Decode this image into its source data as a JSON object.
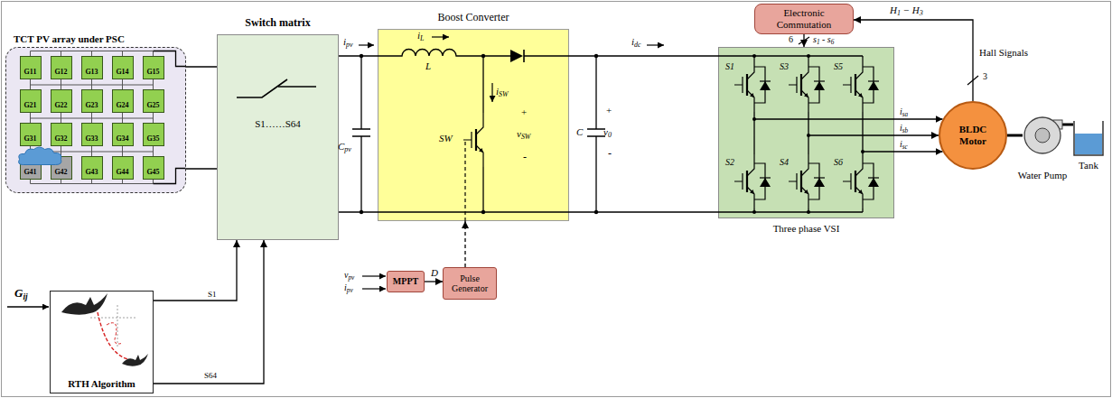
{
  "diagram": {
    "nodes": [
      {
        "text": [
          "TCT PV array under PSC"
        ]
      },
      {
        "text": [
          "G11"
        ],
        "in": 0
      },
      {
        "text": [
          "G12"
        ],
        "in": 0
      },
      {
        "text": [
          "G13"
        ],
        "in": 0
      },
      {
        "text": [
          "G14"
        ],
        "in": 0
      },
      {
        "text": [
          "G15"
        ],
        "in": 0
      },
      {
        "text": [
          "G21"
        ],
        "in": 0
      },
      {
        "text": [
          "G22"
        ],
        "in": 0
      },
      {
        "text": [
          "G23"
        ],
        "in": 0
      },
      {
        "text": [
          "G24"
        ],
        "in": 0
      },
      {
        "text": [
          "G25"
        ],
        "in": 0
      },
      {
        "text": [
          "G31"
        ],
        "in": 0
      },
      {
        "text": [
          "G32"
        ],
        "in": 0
      },
      {
        "text": [
          "G33"
        ],
        "in": 0
      },
      {
        "text": [
          "G34"
        ],
        "in": 0
      },
      {
        "text": [
          "G35"
        ],
        "in": 0
      },
      {
        "text": [
          "G41"
        ],
        "in": 0
      },
      {
        "text": [
          "G42"
        ],
        "in": 0
      },
      {
        "text": [
          "G43"
        ],
        "in": 0
      },
      {
        "text": [
          "G44"
        ],
        "in": 0
      },
      {
        "text": [
          "G45"
        ],
        "in": 0
      },
      {
        "text": [
          "Switch matrix",
          "S1……S64"
        ]
      },
      {
        "text": [
          "Boost Converter"
        ]
      },
      {
        "text": [
          "Electronic Commutation"
        ]
      },
      {
        "text": [
          "Three phase VSI"
        ]
      },
      {
        "text": [
          "BLDC Motor"
        ]
      },
      {
        "text": [
          "Water Pump"
        ]
      },
      {
        "text": [
          "Tank"
        ]
      },
      {
        "text": [
          "MPPT"
        ]
      },
      {
        "text": [
          "Pulse Generator"
        ]
      },
      {
        "text": [
          "RTH Algorithm"
        ]
      }
    ],
    "edges": [
      {
        "from": 0,
        "to": 21,
        "arrow": "none"
      },
      {
        "from": 0,
        "to": 21,
        "arrow": "none"
      },
      {
        "from": 21,
        "to": 22,
        "arrow": "none",
        "label": "ipv"
      },
      {
        "from": 21,
        "to": 22,
        "arrow": "none"
      },
      {
        "from": 22,
        "to": 24,
        "arrow": "none",
        "label": "idc"
      },
      {
        "from": 22,
        "to": 24,
        "arrow": "none"
      },
      {
        "from": 23,
        "to": 24,
        "arrow": "to"
      },
      {
        "from": 24,
        "to": 25,
        "arrow": "to",
        "label": "isa"
      },
      {
        "from": 24,
        "to": 25,
        "arrow": "to",
        "label": "isb"
      },
      {
        "from": 24,
        "to": 25,
        "arrow": "to",
        "label": "isc"
      },
      {
        "from": 25,
        "to": 23,
        "arrow": "to",
        "label": "Hall Signals"
      },
      {
        "from": 25,
        "to": 26,
        "arrow": "none"
      },
      {
        "from": 26,
        "to": 27,
        "arrow": "none"
      },
      {
        "from": 28,
        "to": 29,
        "arrow": "to",
        "label": "D"
      },
      {
        "from": 29,
        "to": 22,
        "arrow": "to"
      },
      {
        "from": 30,
        "to": 21,
        "arrow": "to",
        "label": "S1"
      },
      {
        "from": 30,
        "to": 21,
        "arrow": "to",
        "label": "S64"
      }
    ],
    "labels": [
      "Cpv",
      "iL",
      "L",
      "iSW",
      "SW",
      "+",
      "vSW",
      "-",
      "C",
      "+",
      "v0",
      "-",
      "6",
      "s1 - s6",
      "H1 − H3",
      "3",
      "S1",
      "S3",
      "S5",
      "S2",
      "S4",
      "S6",
      "vpv",
      "ipv",
      "Gij"
    ]
  }
}
